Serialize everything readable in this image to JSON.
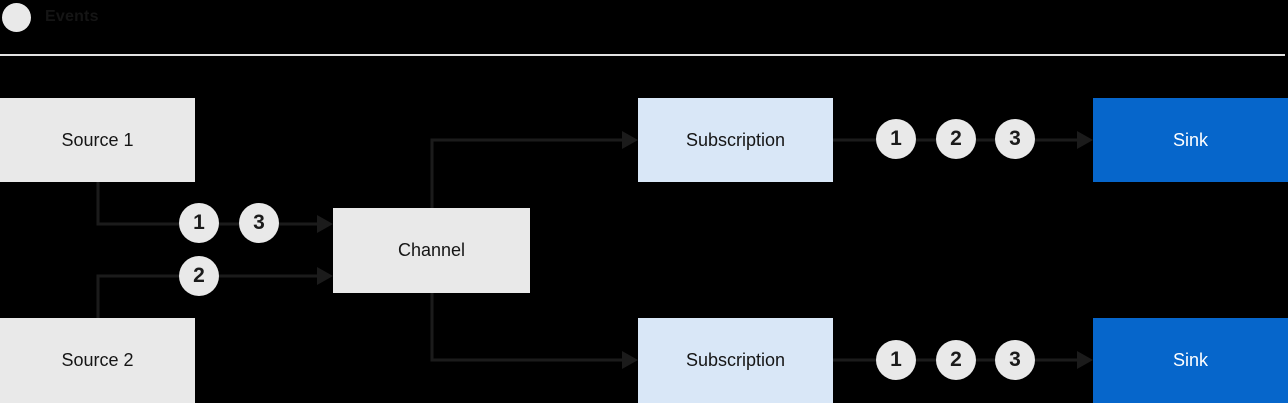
{
  "legend": {
    "label": "Events"
  },
  "diagram": {
    "nodes": {
      "source1": {
        "label": "Source 1"
      },
      "source2": {
        "label": "Source 2"
      },
      "channel": {
        "label": "Channel"
      },
      "subscription_top": {
        "label": "Subscription"
      },
      "subscription_bottom": {
        "label": "Subscription"
      },
      "sink_top": {
        "label": "Sink"
      },
      "sink_bottom": {
        "label": "Sink"
      }
    },
    "events": {
      "source1_to_channel": [
        "1",
        "3"
      ],
      "source2_to_channel": [
        "2"
      ],
      "subscription_top_to_sink": [
        "1",
        "2",
        "3"
      ],
      "subscription_bottom_to_sink": [
        "1",
        "2",
        "3"
      ]
    },
    "flows": [
      "Source 1 -> Channel (events 1, 3)",
      "Source 2 -> Channel (event 2)",
      "Channel -> Subscription (top)",
      "Channel -> Subscription (bottom)",
      "Subscription (top) -> Sink (events 1, 2, 3)",
      "Subscription (bottom) -> Sink (events 1, 2, 3)"
    ],
    "colors": {
      "background": "#000000",
      "node_gray": "#e9e9e9",
      "subscription_light_blue": "#d9e7f7",
      "sink_blue": "#0666cb",
      "dark_text": "#151515",
      "sink_text": "#ffffff",
      "connector": "#1b1b1b",
      "divider": "#e2e2e2"
    }
  }
}
